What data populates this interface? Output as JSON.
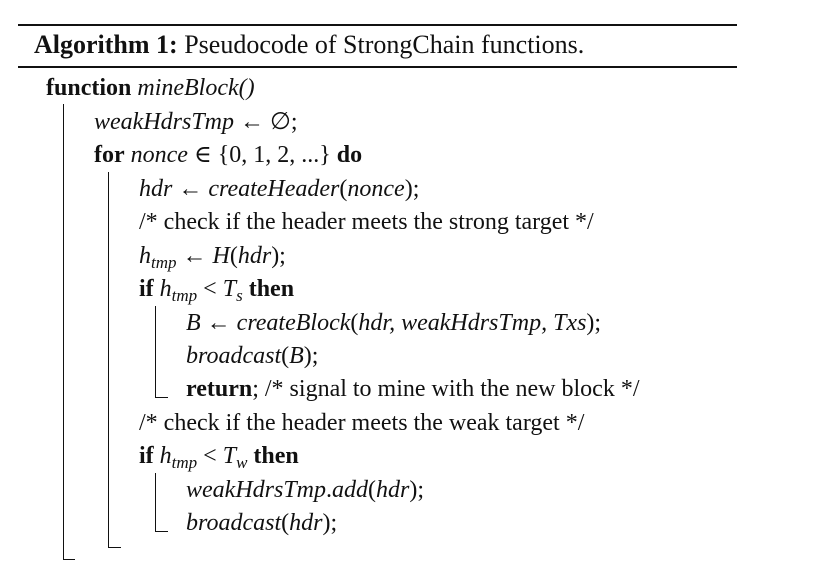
{
  "caption": {
    "label": "Algorithm 1:",
    "title": "Pseudocode of StrongChain functions."
  },
  "lines": {
    "l1": {
      "kw": "function",
      "name": "mineBlock()"
    },
    "l2": {
      "var": "weakHdrsTmp",
      "rest": " ← ∅;"
    },
    "l3": {
      "kw_for": "for",
      "var": "nonce",
      "rest": " ∈ {0, 1, 2, ...} ",
      "kw_do": "do"
    },
    "l4": {
      "var": "hdr",
      "arrow": " ← ",
      "fn": "createHeader",
      "open": "(",
      "arg": "nonce",
      "close": ");"
    },
    "l5": {
      "text": "/* check if the header meets the strong target */"
    },
    "l6": {
      "h": "h",
      "sub": "tmp",
      "arrow": " ← ",
      "fn": "H",
      "open": "(",
      "arg": "hdr",
      "close": ");"
    },
    "l7": {
      "kw_if": "if",
      "h": "h",
      "sub": "tmp",
      "lt": " < ",
      "t": "T",
      "tsub": "s",
      "kw_then": "then"
    },
    "l8": {
      "var": "B",
      "arrow": " ← ",
      "fn": "createBlock",
      "open": "(",
      "args": "hdr, weakHdrsTmp, Txs",
      "close": ");"
    },
    "l9": {
      "fn": "broadcast",
      "open": "(",
      "arg": "B",
      "close": ");"
    },
    "l10": {
      "kw": "return",
      "rest": "; /* signal to mine with the new block */"
    },
    "l11": {
      "text": "/* check if the header meets the weak target */"
    },
    "l12": {
      "kw_if": "if",
      "h": "h",
      "sub": "tmp",
      "lt": " < ",
      "t": "T",
      "tsub": "w",
      "kw_then": "then"
    },
    "l13": {
      "obj": "weakHdrsTmp",
      "dot": ".",
      "fn": "add",
      "open": "(",
      "arg": "hdr",
      "close": ");"
    },
    "l14": {
      "fn": "broadcast",
      "open": "(",
      "arg": "hdr",
      "close": ");"
    }
  }
}
